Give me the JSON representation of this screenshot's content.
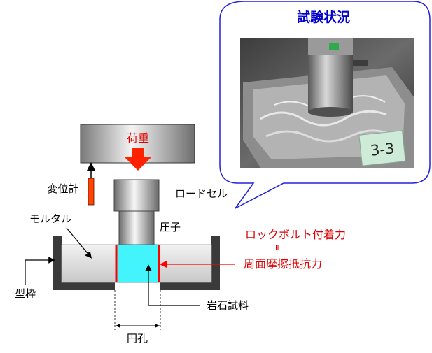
{
  "photo_callout": {
    "title": "試験状況",
    "specimen_tag": "3-3"
  },
  "labels": {
    "load": "荷重",
    "displacement_meter": "変位計",
    "load_cell": "ロードセル",
    "mortar": "モルタル",
    "indenter": "圧子",
    "rock_bolt_adhesion": "ロックボルト付着力",
    "equals": "=",
    "peripheral_friction": "周面摩擦抵抗力",
    "mold_frame": "型枠",
    "rock_sample": "岩石試料",
    "circular_hole": "円孔"
  },
  "colors": {
    "title_blue": "#0000cc",
    "callout_border": "#2222dd",
    "red_text": "#dd0000",
    "sample_cyan": "#44f4fc",
    "frame_dark": "#3a3a3a",
    "arrow_orange": "#ff4400"
  }
}
